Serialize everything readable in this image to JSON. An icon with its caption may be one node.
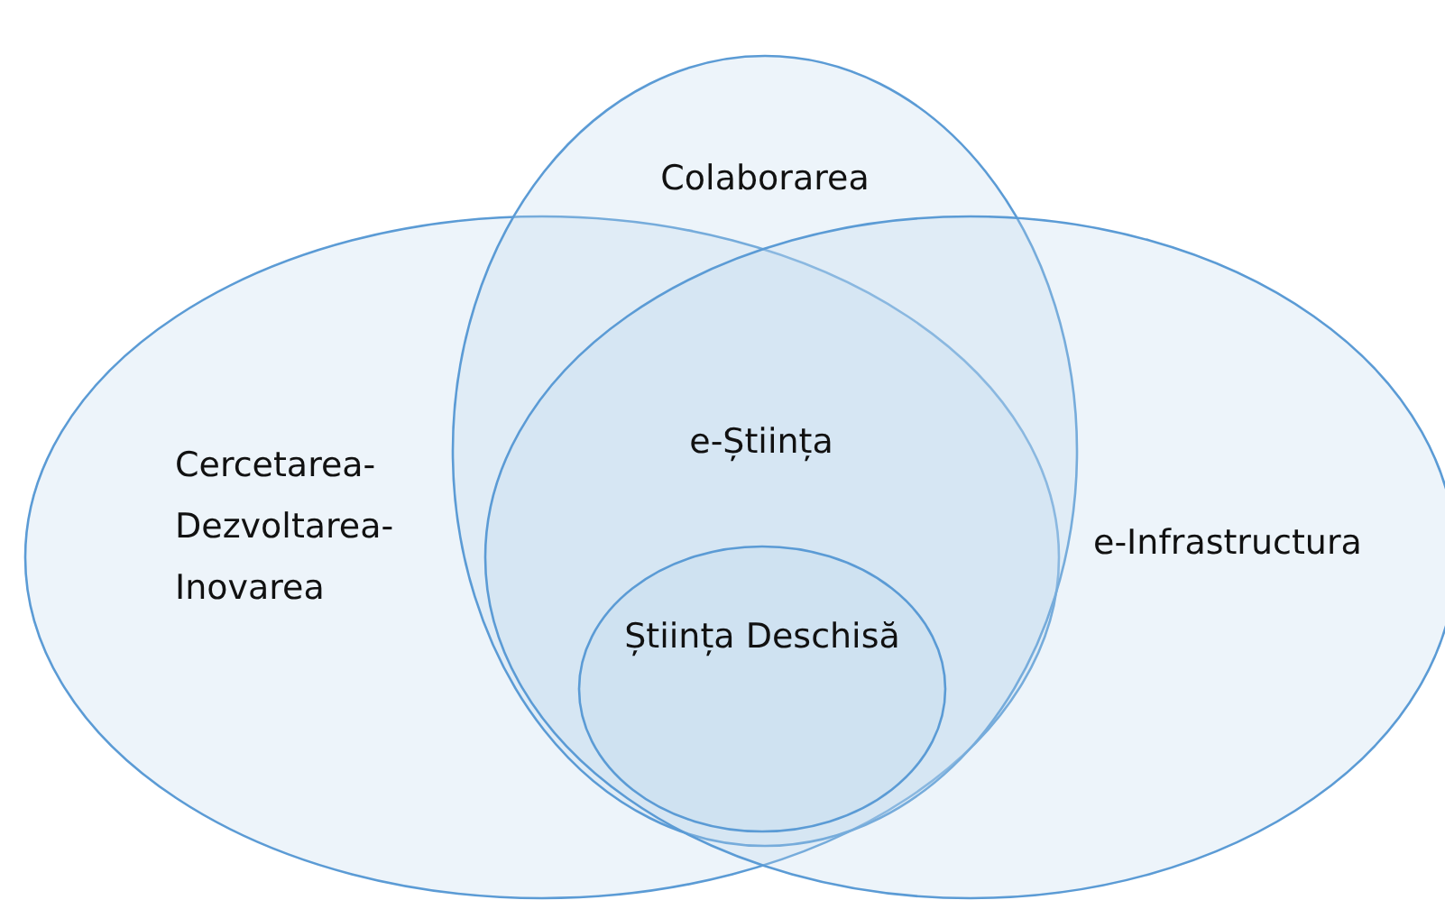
{
  "diagram": {
    "nodes": [
      {
        "text": [
          "Cercetarea-Dezvoltarea-Inovarea"
        ]
      },
      {
        "text": [
          "Colaborarea"
        ]
      },
      {
        "text": [
          "e-Infrastructura"
        ]
      },
      {
        "text": [
          "Știința Deschisă"
        ]
      }
    ],
    "labels": [
      "e-Știința"
    ]
  }
}
